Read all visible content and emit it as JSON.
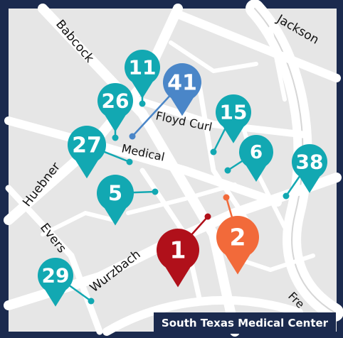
{
  "map": {
    "caption": "South Texas Medical Center",
    "streets": {
      "babcock": "Babcock",
      "jackson": "Jackson",
      "floyd_curl": "Floyd Curl",
      "medical": "Medical",
      "huebner": "Huebner",
      "evers": "Evers",
      "wurzbach": "Wurzbach",
      "fredericksburg_partial": "Fre"
    },
    "markers": [
      {
        "id": "41",
        "label": "41",
        "color": "#4a86c8"
      },
      {
        "id": "11",
        "label": "11",
        "color": "#12a8b2"
      },
      {
        "id": "26",
        "label": "26",
        "color": "#12a8b2"
      },
      {
        "id": "15",
        "label": "15",
        "color": "#12a8b2"
      },
      {
        "id": "27",
        "label": "27",
        "color": "#12a8b2"
      },
      {
        "id": "6",
        "label": "6",
        "color": "#12a8b2"
      },
      {
        "id": "38",
        "label": "38",
        "color": "#12a8b2"
      },
      {
        "id": "5",
        "label": "5",
        "color": "#12a8b2"
      },
      {
        "id": "1",
        "label": "1",
        "color": "#b0101a"
      },
      {
        "id": "2",
        "label": "2",
        "color": "#f26a3a"
      },
      {
        "id": "29",
        "label": "29",
        "color": "#12a8b2"
      }
    ]
  }
}
